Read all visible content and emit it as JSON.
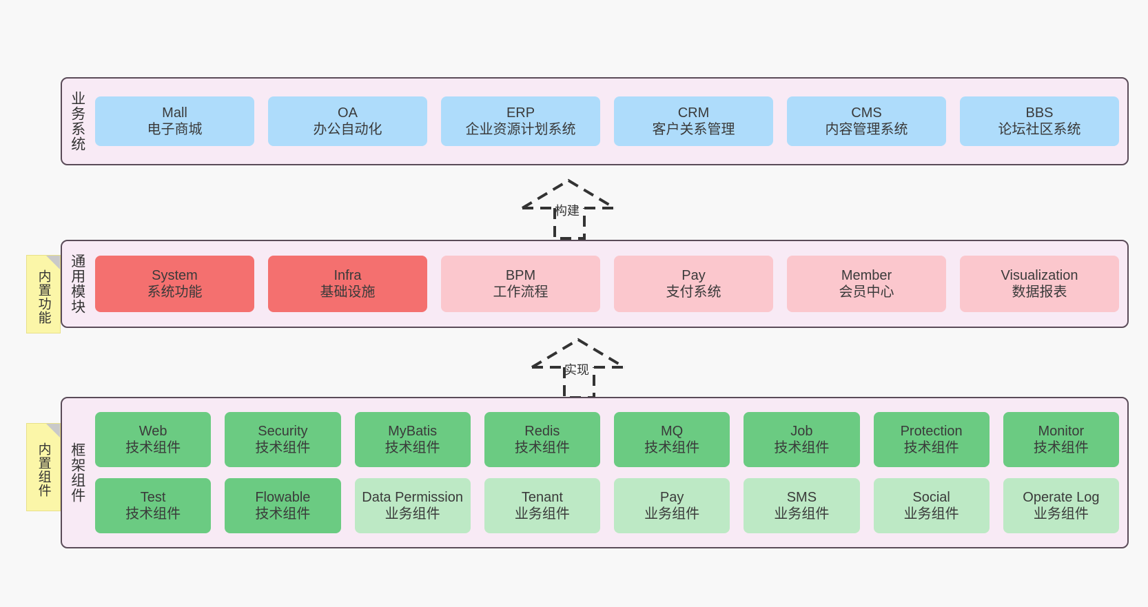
{
  "diagram": {
    "layers": [
      {
        "id": "business",
        "title": "业务系统",
        "rows": [
          {
            "items": [
              {
                "name": "Mall",
                "desc": "电子商城",
                "color": "#aedcfb"
              },
              {
                "name": "OA",
                "desc": "办公自动化",
                "color": "#aedcfb"
              },
              {
                "name": "ERP",
                "desc": "企业资源计划系统",
                "color": "#aedcfb"
              },
              {
                "name": "CRM",
                "desc": "客户关系管理",
                "color": "#aedcfb"
              },
              {
                "name": "CMS",
                "desc": "内容管理系统",
                "color": "#aedcfb"
              },
              {
                "name": "BBS",
                "desc": "论坛社区系统",
                "color": "#aedcfb"
              }
            ]
          }
        ]
      },
      {
        "id": "common",
        "title": "通用模块",
        "rows": [
          {
            "items": [
              {
                "name": "System",
                "desc": "系统功能",
                "color": "#f4706f"
              },
              {
                "name": "Infra",
                "desc": "基础设施",
                "color": "#f4706f"
              },
              {
                "name": "BPM",
                "desc": "工作流程",
                "color": "#fbc7cd"
              },
              {
                "name": "Pay",
                "desc": "支付系统",
                "color": "#fbc7cd"
              },
              {
                "name": "Member",
                "desc": "会员中心",
                "color": "#fbc7cd"
              },
              {
                "name": "Visualization",
                "desc": "数据报表",
                "color": "#fbc7cd"
              }
            ]
          }
        ]
      },
      {
        "id": "framework",
        "title": "框架组件",
        "rows": [
          {
            "items": [
              {
                "name": "Web",
                "desc": "技术组件",
                "color": "#6bcb82"
              },
              {
                "name": "Security",
                "desc": "技术组件",
                "color": "#6bcb82"
              },
              {
                "name": "MyBatis",
                "desc": "技术组件",
                "color": "#6bcb82"
              },
              {
                "name": "Redis",
                "desc": "技术组件",
                "color": "#6bcb82"
              },
              {
                "name": "MQ",
                "desc": "技术组件",
                "color": "#6bcb82"
              },
              {
                "name": "Job",
                "desc": "技术组件",
                "color": "#6bcb82"
              },
              {
                "name": "Protection",
                "desc": "技术组件",
                "color": "#6bcb82"
              },
              {
                "name": "Monitor",
                "desc": "技术组件",
                "color": "#6bcb82"
              }
            ]
          },
          {
            "items": [
              {
                "name": "Test",
                "desc": "技术组件",
                "color": "#6bcb82"
              },
              {
                "name": "Flowable",
                "desc": "技术组件",
                "color": "#6bcb82"
              },
              {
                "name": "Data Permission",
                "desc": "业务组件",
                "color": "#bde9c5"
              },
              {
                "name": "Tenant",
                "desc": "业务组件",
                "color": "#bde9c5"
              },
              {
                "name": "Pay",
                "desc": "业务组件",
                "color": "#bde9c5"
              },
              {
                "name": "SMS",
                "desc": "业务组件",
                "color": "#bde9c5"
              },
              {
                "name": "Social",
                "desc": "业务组件",
                "color": "#bde9c5"
              },
              {
                "name": "Operate Log",
                "desc": "业务组件",
                "color": "#bde9c5"
              }
            ]
          }
        ]
      }
    ],
    "notes": [
      {
        "id": "functions",
        "label": "内置功能"
      },
      {
        "id": "components",
        "label": "内置组件"
      }
    ],
    "arrows": [
      {
        "id": "build",
        "label": "构建"
      },
      {
        "id": "impl",
        "label": "实现"
      }
    ],
    "colors": {
      "layer_background": "#f8eaf5",
      "layer_border": "#5a4b58",
      "page_background": "#f8f8f8",
      "note_background": "#fbf6a8",
      "note_fold": "#c9c9c9",
      "arrow_stroke": "#333333"
    }
  }
}
